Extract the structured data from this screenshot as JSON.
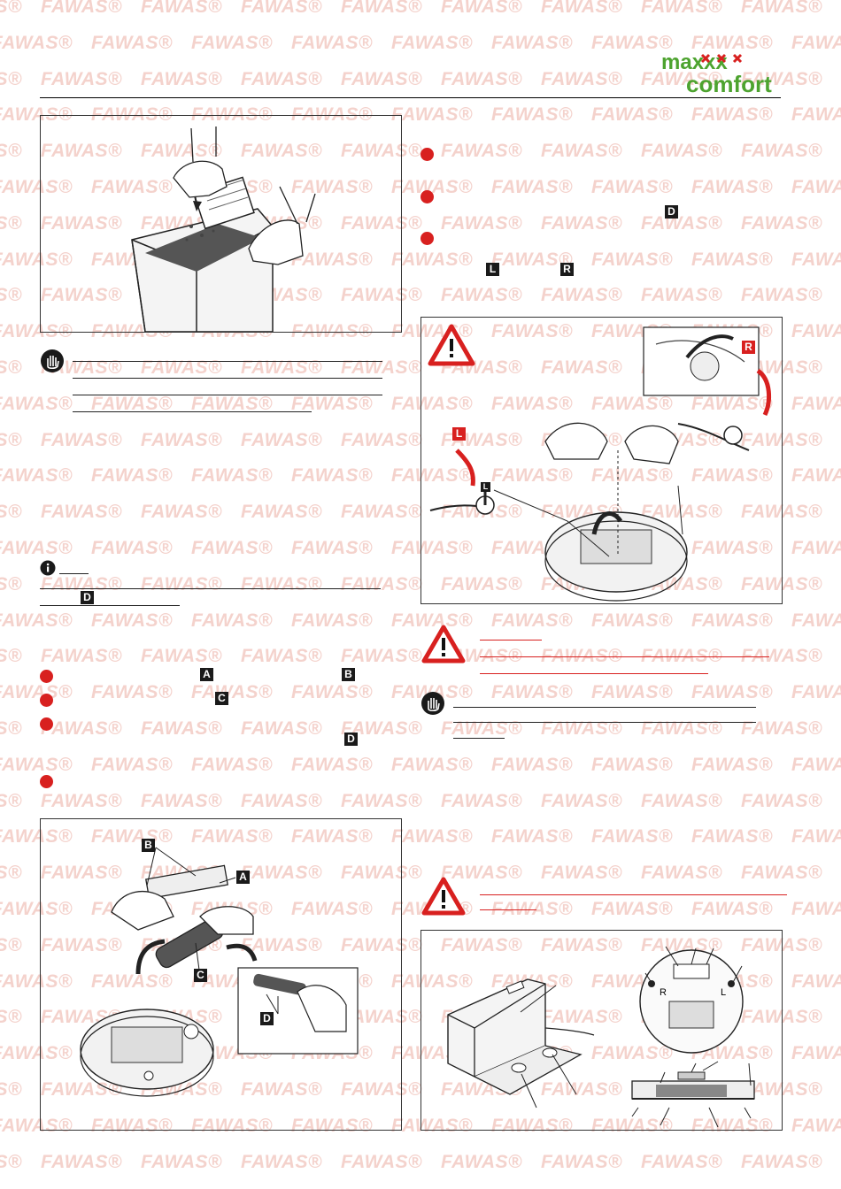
{
  "watermark": {
    "text": "FAWAS",
    "mark": "®"
  },
  "brand": {
    "line1": "maxxx",
    "line2": "comfort",
    "green": "#4da32f",
    "red": "#d8201f"
  },
  "colors": {
    "bullet": "#d8201f",
    "label_bg": "#1a1a1a",
    "warning": "#d8201f"
  },
  "icons": {
    "hand_stop": "hand-stop-icon",
    "info": "info-icon",
    "warning": "warning-triangle-icon"
  },
  "labels": {
    "A": "A",
    "B": "B",
    "C": "C",
    "D": "D",
    "L": "L",
    "R": "R"
  },
  "figure_labels": {
    "brush_panel": {
      "B": "B",
      "A": "A",
      "C": "C",
      "D": "D"
    },
    "side_brush_panel": {
      "L": "L",
      "R": "R"
    },
    "robot_bottom": {
      "R": "R",
      "L": "L"
    }
  }
}
